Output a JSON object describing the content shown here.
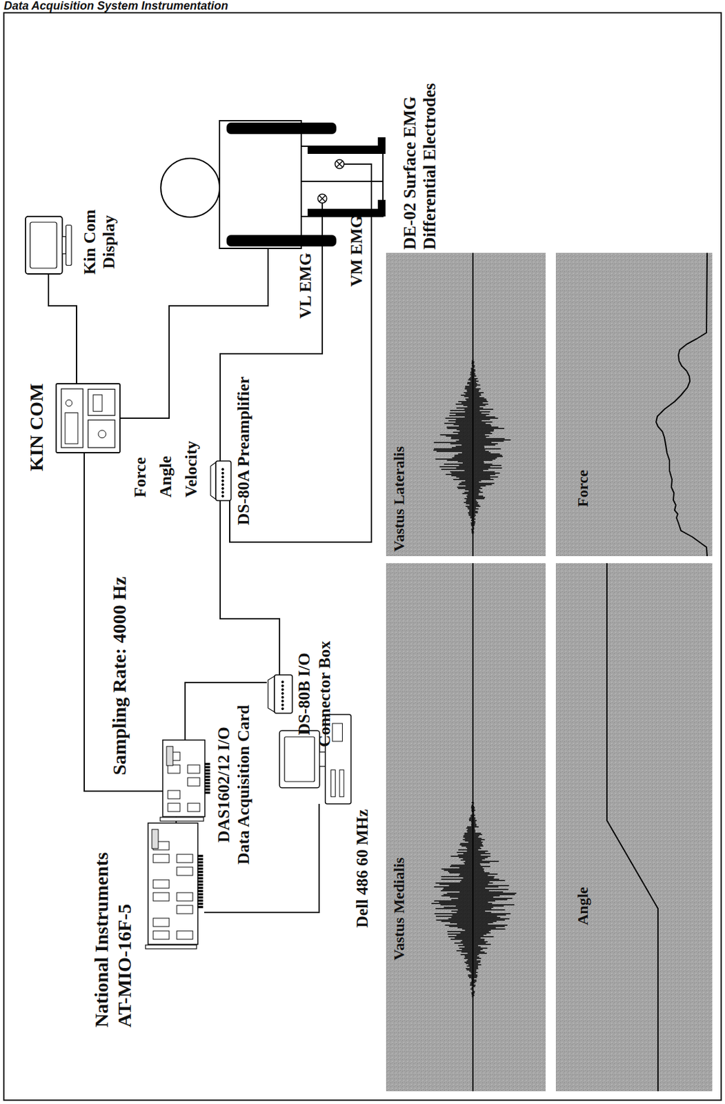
{
  "diagram": {
    "title": "Data Acquisition System Instrumentation",
    "nodes": [
      {
        "text": [
          "National Instruments",
          "AT-MIO-16F-5"
        ]
      },
      {
        "text": [
          "DAS1602/12 I/O",
          "Data Acquisition Card"
        ]
      },
      {
        "text": [
          "Dell 486 60 MHz"
        ]
      },
      {
        "text": [
          "DS-80B I/O",
          "Connector Box"
        ]
      },
      {
        "text": [
          "KIN COM"
        ]
      },
      {
        "text": [
          "Kin Com Display"
        ]
      },
      {
        "text": [
          "DS-80A Preamplifier"
        ]
      },
      {
        "text": [
          "Vastus Medialis"
        ]
      },
      {
        "text": [
          "Vastus Lateralis"
        ]
      },
      {
        "text": [
          "Angle"
        ]
      },
      {
        "text": [
          "Force"
        ]
      }
    ],
    "edges": [
      {
        "from": 0,
        "to": 1,
        "arrow": "none"
      },
      {
        "from": 0,
        "to": 2,
        "arrow": "none"
      },
      {
        "from": 1,
        "to": 3,
        "arrow": "none"
      },
      {
        "from": 4,
        "to": 1,
        "arrow": "none"
      },
      {
        "from": 4,
        "to": 5,
        "arrow": "none"
      },
      {
        "from": 3,
        "to": 6,
        "arrow": "none"
      }
    ],
    "labels": [
      "Sampling Rate: 4000 Hz",
      "Force",
      "Angle",
      "Velocity",
      "VL EMG",
      "VM EMG",
      "DE-02 Surface EMG Differential Electrodes"
    ]
  }
}
